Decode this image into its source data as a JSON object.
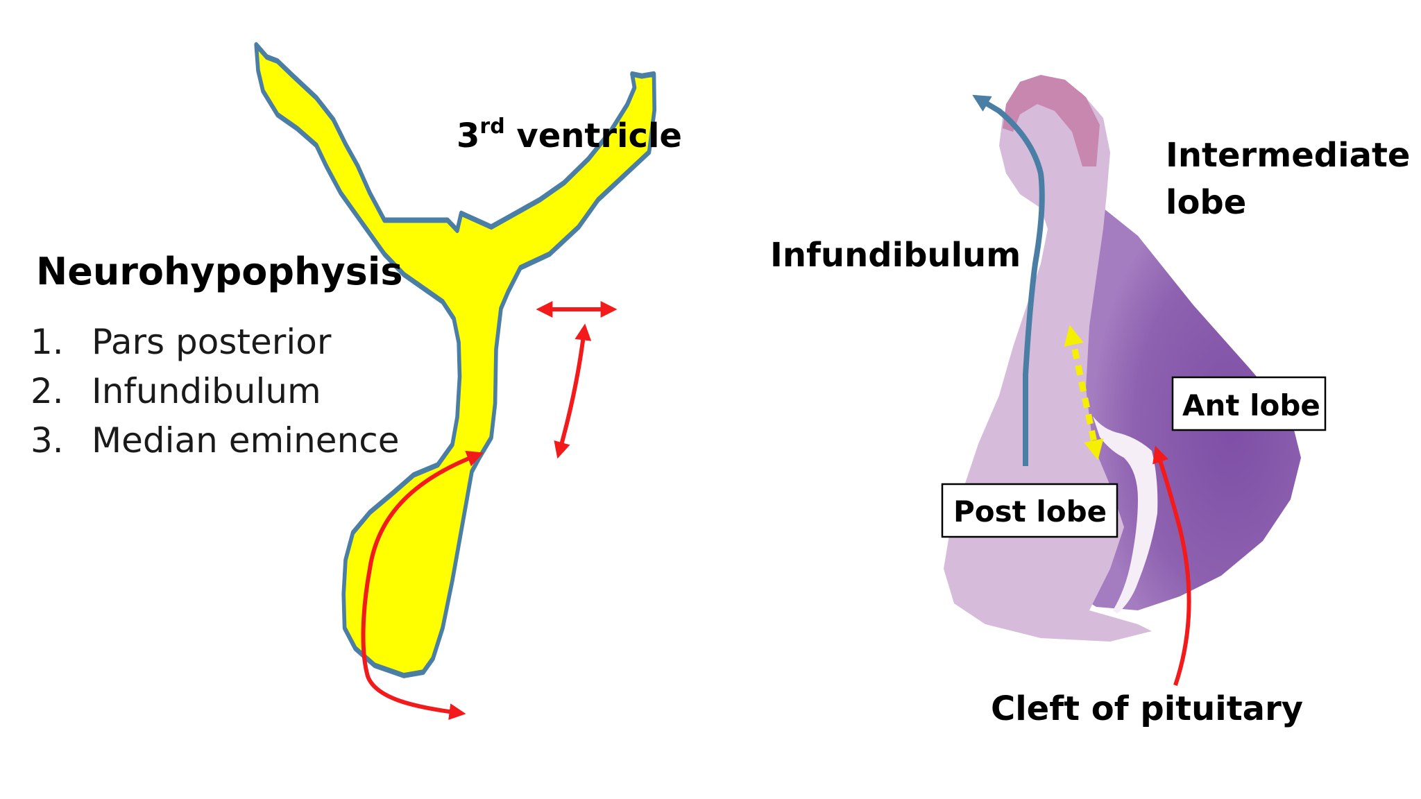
{
  "labels": {
    "third_ventricle_main": "3",
    "third_ventricle_sup": "rd",
    "third_ventricle_rest": " ventricle",
    "neurohypophysis_title": "Neurohypophysis",
    "infundibulum": "Infundibulum",
    "intermediate_lobe_line1": "Intermediate",
    "intermediate_lobe_line2": "lobe",
    "ant_lobe": "Ant lobe",
    "post_lobe": "Post lobe",
    "cleft": "Cleft of pituitary"
  },
  "list": [
    {
      "num": "1.",
      "text": "Pars posterior"
    },
    {
      "num": "2.",
      "text": "Infundibulum"
    },
    {
      "num": "3.",
      "text": "Median eminence"
    }
  ],
  "colors": {
    "yellow_fill": "#ffff00",
    "outline_blue": "#4a7ea5",
    "red_arrow": "#f21a1a",
    "yellow_dotted": "#f5f000",
    "tissue_light": "#d9bfdc",
    "tissue_dark": "#8c5fae"
  }
}
